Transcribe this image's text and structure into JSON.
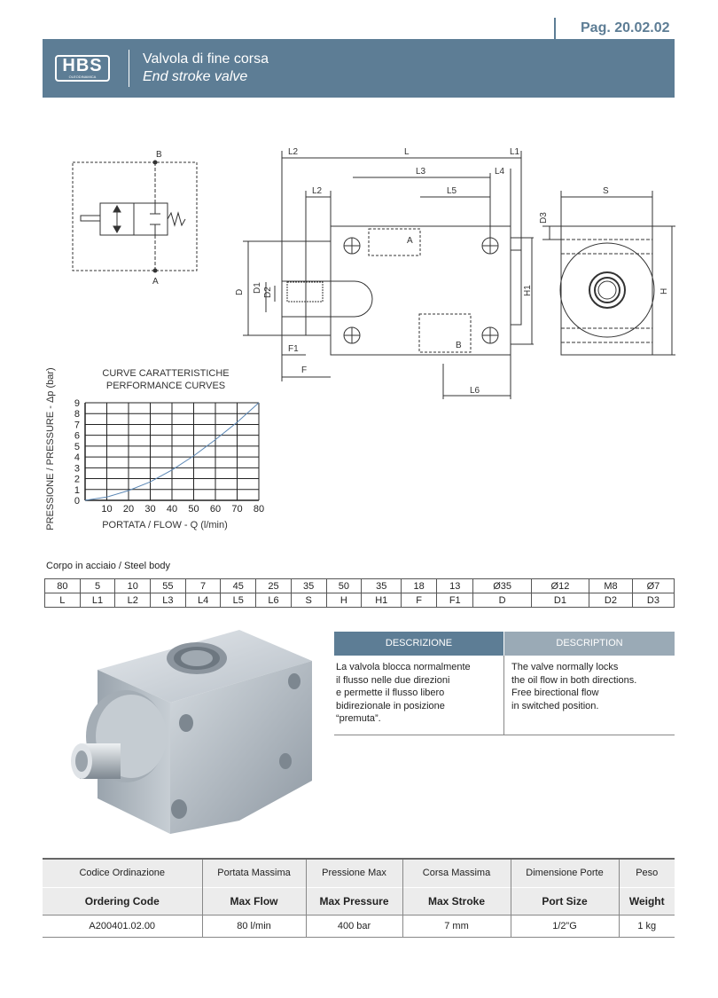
{
  "page": "Pag. 20.02.02",
  "header": {
    "logo": "HBS",
    "logo_sub": "OLEODINAMICA",
    "title_it": "Valvola di fine corsa",
    "title_en": "End stroke valve"
  },
  "schematic": {
    "port_b": "B",
    "port_a": "A"
  },
  "dimension_labels": {
    "L": "L",
    "L1": "L1",
    "L2": "L2",
    "L3": "L3",
    "L4": "L4",
    "L5": "L5",
    "L6": "L6",
    "F": "F",
    "F1": "F1",
    "D": "D",
    "D1": "D1",
    "D2": "D2",
    "D3": "D3",
    "H": "H",
    "H1": "H1",
    "S": "S",
    "A": "A",
    "B": "B"
  },
  "performance": {
    "title_it": "CURVE CARATTERISTICHE",
    "title_en": "PERFORMANCE CURVES",
    "ylabel": "PRESSIONE / PRESSURE - Δp (bar)",
    "xlabel": "PORTATA / FLOW - Q (l/min)"
  },
  "chart_data": {
    "type": "line",
    "title": "CURVE CARATTERISTICHE / PERFORMANCE CURVES",
    "xlabel": "PORTATA / FLOW - Q (l/min)",
    "ylabel": "PRESSIONE / PRESSURE - Δp (bar)",
    "xlim": [
      0,
      80
    ],
    "ylim": [
      0,
      9
    ],
    "x_ticks": [
      "10",
      "20",
      "30",
      "40",
      "50",
      "60",
      "70",
      "80"
    ],
    "y_ticks": [
      "0",
      "1",
      "2",
      "3",
      "4",
      "5",
      "6",
      "7",
      "8",
      "9"
    ],
    "grid": true,
    "color": "#5b87b5",
    "series": [
      {
        "x": [
          0,
          10,
          20,
          30,
          40,
          50,
          60,
          70,
          80
        ],
        "y": [
          0,
          0.3,
          0.9,
          1.7,
          2.8,
          4.1,
          5.6,
          7.2,
          9.0
        ]
      }
    ]
  },
  "steel_body_title": "Corpo in acciaio / Steel body",
  "dims_table": {
    "values": [
      "80",
      "5",
      "10",
      "55",
      "7",
      "45",
      "25",
      "35",
      "50",
      "35",
      "18",
      "13",
      "Ø35",
      "Ø12",
      "M8",
      "Ø7"
    ],
    "labels": [
      "L",
      "L1",
      "L2",
      "L3",
      "L4",
      "L5",
      "L6",
      "S",
      "H",
      "H1",
      "F",
      "F1",
      "D",
      "D1",
      "D2",
      "D3"
    ]
  },
  "description": {
    "head_it": "DESCRIZIONE",
    "head_en": "DESCRIPTION",
    "text_it": [
      "La valvola blocca normalmente",
      "il flusso nelle due direzioni",
      "e permette il flusso libero",
      "bidirezionale in posizione",
      "“premuta”."
    ],
    "text_en": [
      "The valve normally locks",
      "the oil flow in both directions.",
      "Free birectional flow",
      "in switched  position."
    ]
  },
  "order_table": {
    "headers_it": [
      "Codice Ordinazione",
      "Portata Massima",
      "Pressione Max",
      "Corsa Massima",
      "Dimensione Porte",
      "Peso"
    ],
    "headers_en": [
      "Ordering Code",
      "Max Flow",
      "Max Pressure",
      "Max Stroke",
      "Port Size",
      "Weight"
    ],
    "row": [
      "A200401.02.00",
      "80 l/min",
      "400 bar",
      "7 mm",
      "1/2”G",
      "1 kg"
    ]
  },
  "colors": {
    "accent": "#5d7d95",
    "accent_light": "#9aaab6",
    "curve": "#5b87b5"
  }
}
